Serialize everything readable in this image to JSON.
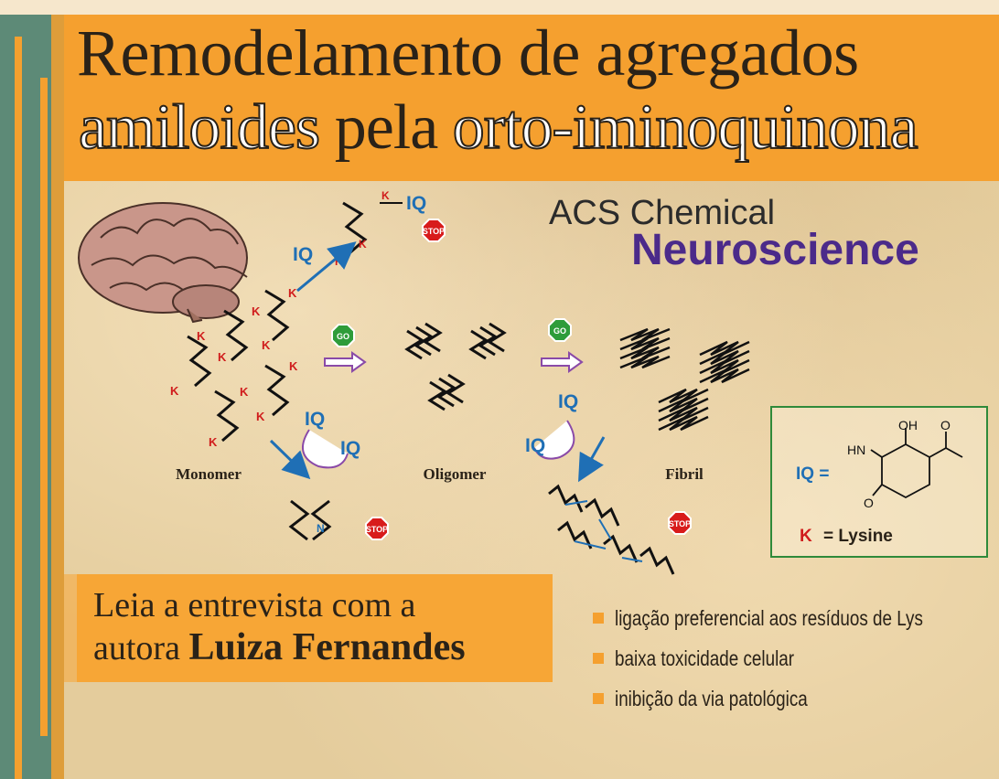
{
  "title": {
    "line1": "Remodelamento de agregados",
    "line2_part1": "amiloides",
    "line2_part2": " pela ",
    "line2_part3": "orto-iminoquinona"
  },
  "journal": {
    "line1": "ACS Chemical",
    "line2": "Neuroscience"
  },
  "diagram": {
    "labels": {
      "monomer": "Monomer",
      "oligomer": "Oligomer",
      "fibril": "Fibril"
    },
    "iq": "IQ",
    "k_iq": "K—IQ",
    "k": "K",
    "n": "N",
    "go": "GO",
    "stop": "STOP"
  },
  "legend": {
    "iq_eq": "IQ =",
    "k_eq": "= Lysine",
    "k": "K",
    "oh": "OH",
    "hn": "HN",
    "o1": "O",
    "o2": "O"
  },
  "read": {
    "line1": "Leia a entrevista com a",
    "line2_prefix": "autora ",
    "author": "Luiza Fernandes"
  },
  "bullets": [
    "ligação preferencial aos resíduos de Lys",
    "baixa toxicidade celular",
    "inibição da via patológica"
  ],
  "colors": {
    "orange": "#f5a02f",
    "green_side": "#5d8a77",
    "purple": "#4b2a8a",
    "blue": "#1f6fb5",
    "red_k": "#d01c1c",
    "stop_red": "#d81b1b",
    "go_green": "#2e9c3a"
  }
}
